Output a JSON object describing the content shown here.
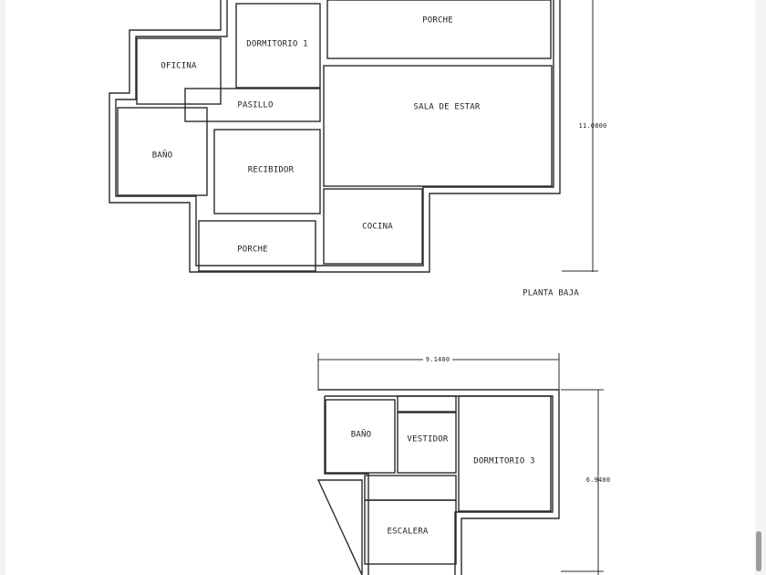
{
  "ground_floor": {
    "title": "PLANTA BAJA",
    "rooms": {
      "porche_top": "PORCHE",
      "dormitorio_1": "DORMITORIO 1",
      "oficina": "OFICINA",
      "pasillo": "PASILLO",
      "sala_de_estar": "SALA DE ESTAR",
      "bano": "BAÑO",
      "recibidor": "RECIBIDOR",
      "cocina": "COCINA",
      "porche_bottom": "PORCHE"
    },
    "dimension_height": "11.0800"
  },
  "upper_floor": {
    "rooms": {
      "bano": "BAÑO",
      "vestidor": "VESTIDOR",
      "dormitorio_3": "DORMITORIO 3",
      "escalera": "ESCALERA"
    },
    "dimension_width": "9.1400",
    "dimension_height": "6.9400"
  }
}
